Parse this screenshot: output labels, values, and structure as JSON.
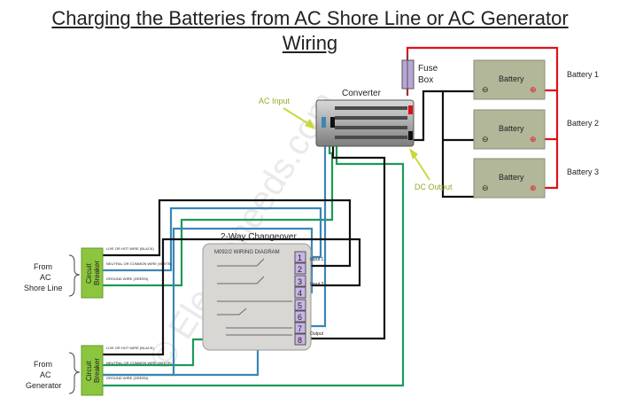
{
  "title": {
    "line1": "Charging the Batteries from AC Shore Line or AC Generator",
    "line2": "Wiring"
  },
  "labels": {
    "converter": "Converter",
    "fuse_box_line1": "Fuse",
    "fuse_box_line2": "Box",
    "ac_input": "AC Input",
    "dc_output": "DC Output",
    "changeover_title": "2-Way Changeover",
    "changeover_model": "M092/2 WIRING DIAGRAM",
    "input1": "Input 1",
    "input2": "Input 2",
    "output": "Output",
    "watermark": "© Electroneeds.com"
  },
  "batteries": [
    {
      "label": "Battery",
      "name": "Battery 1"
    },
    {
      "label": "Battery",
      "name": "Battery 2"
    },
    {
      "label": "Battery",
      "name": "Battery 3"
    }
  ],
  "terminals": [
    "1",
    "2",
    "3",
    "4",
    "5",
    "6",
    "7",
    "8"
  ],
  "sources": [
    {
      "line1": "From",
      "line2": "AC",
      "line3": "Shore Line",
      "breaker1": "Circuit",
      "breaker2": "Breaker",
      "wire_live": "LIVE OR HOT WIRE (BLACK)",
      "wire_neutral": "NEUTRAL OR COMMON WIRE (WHITE)",
      "wire_ground": "GROUND WIRE (GREEN)"
    },
    {
      "line1": "From",
      "line2": "AC",
      "line3": "Generator",
      "breaker1": "Circuit",
      "breaker2": "Breaker",
      "wire_live": "LIVE OR HOT WIRE (BLACK)",
      "wire_neutral": "NEUTRAL OR COMMON WIRE (WHITE)",
      "wire_ground": "GROUND WIRE (GREEN)"
    }
  ],
  "colors": {
    "hot": "#111111",
    "neutral": "#3b86b5",
    "ground": "#1e9a55",
    "positive": "#e0101a",
    "breaker": "#8cc63f",
    "battery": "#b3b79a",
    "terminal": "#c9b4e6",
    "changeover": "#d8d7d3",
    "arrow": "#c9d83a"
  }
}
